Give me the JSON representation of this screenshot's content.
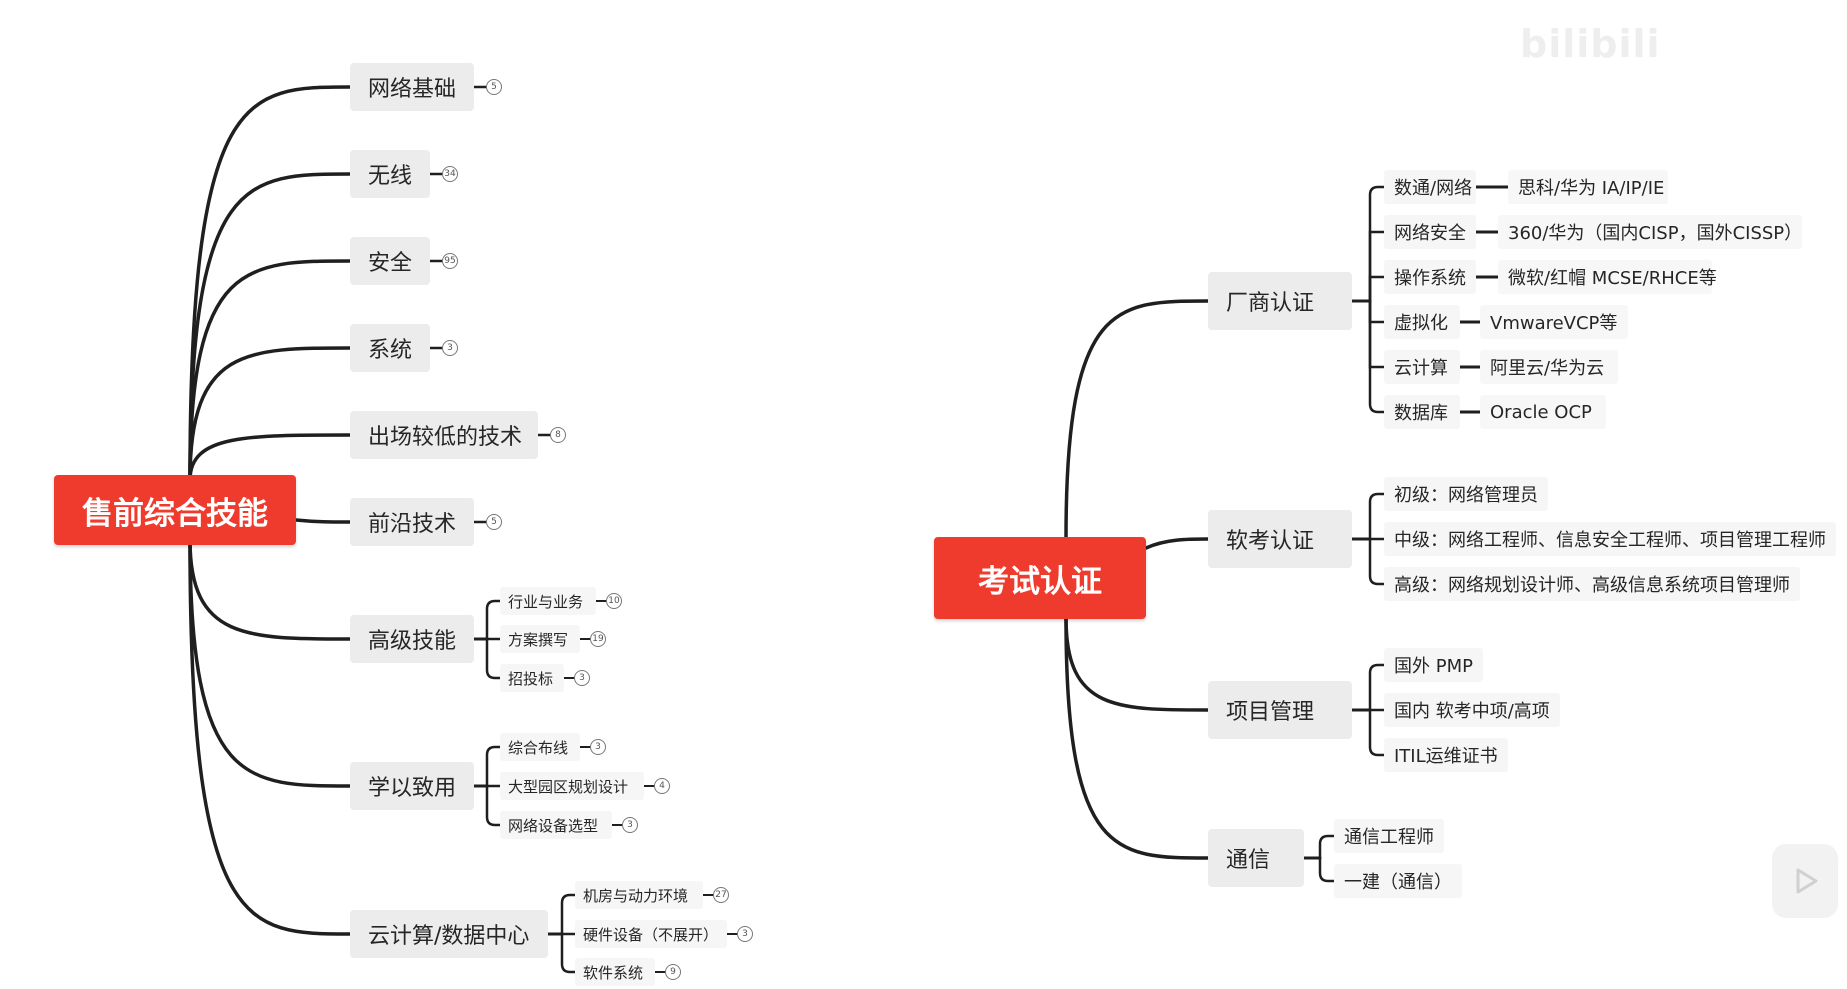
{
  "watermark": "bilibili",
  "colors": {
    "root": "#ef3b2d",
    "topic": "#ececec",
    "subtopic": "#f6f6f6",
    "line": "#1f1f1f"
  },
  "left_map": {
    "root": "售前综合技能",
    "branches": [
      {
        "label": "网络基础",
        "count": "5"
      },
      {
        "label": "无线",
        "count": "34"
      },
      {
        "label": "安全",
        "count": "95"
      },
      {
        "label": "系统",
        "count": "3"
      },
      {
        "label": "出场较低的技术",
        "count": "8"
      },
      {
        "label": "前沿技术",
        "count": "5"
      },
      {
        "label": "高级技能",
        "children": [
          {
            "label": "行业与业务",
            "count": "10"
          },
          {
            "label": "方案撰写",
            "count": "19"
          },
          {
            "label": "招投标",
            "count": "3"
          }
        ]
      },
      {
        "label": "学以致用",
        "children": [
          {
            "label": "综合布线",
            "count": "3"
          },
          {
            "label": "大型园区规划设计",
            "count": "4"
          },
          {
            "label": "网络设备选型",
            "count": "3"
          }
        ]
      },
      {
        "label": "云计算/数据中心",
        "children": [
          {
            "label": "机房与动力环境",
            "count": "27"
          },
          {
            "label": "硬件设备（不展开）",
            "count": "3"
          },
          {
            "label": "软件系统",
            "count": "9"
          }
        ]
      }
    ]
  },
  "right_map": {
    "root": "考试认证",
    "branches": [
      {
        "label": "厂商认证",
        "children": [
          {
            "label": "数通/网络",
            "detail": "思科/华为 IA/IP/IE"
          },
          {
            "label": "网络安全",
            "detail": "360/华为（国内CISP，国外CISSP）"
          },
          {
            "label": "操作系统",
            "detail": "微软/红帽 MCSE/RHCE等"
          },
          {
            "label": "虚拟化",
            "detail": "VmwareVCP等"
          },
          {
            "label": "云计算",
            "detail": "阿里云/华为云"
          },
          {
            "label": "数据库",
            "detail": "Oracle OCP"
          }
        ]
      },
      {
        "label": "软考认证",
        "children": [
          {
            "label": "初级：网络管理员"
          },
          {
            "label": "中级：网络工程师、信息安全工程师、项目管理工程师"
          },
          {
            "label": "高级：网络规划设计师、高级信息系统项目管理师"
          }
        ]
      },
      {
        "label": "项目管理",
        "children": [
          {
            "label": "国外 PMP"
          },
          {
            "label": "国内 软考中项/高项"
          },
          {
            "label": "ITIL运维证书"
          }
        ]
      },
      {
        "label": "通信",
        "children": [
          {
            "label": "通信工程师"
          },
          {
            "label": "一建（通信）"
          }
        ]
      }
    ]
  }
}
